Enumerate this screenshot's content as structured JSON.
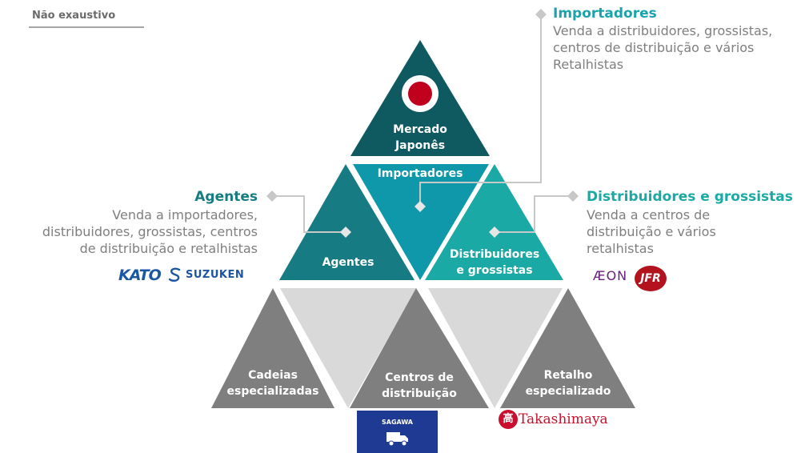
{
  "tag": "Não exaustivo",
  "pyramid": {
    "top": [
      "Mercado",
      "Japonês"
    ],
    "importers": "Importadores",
    "agents": "Agentes",
    "distributors": [
      "Distribuidores",
      "e grossistas"
    ],
    "chains": [
      "Cadeias",
      "especializadas"
    ],
    "centers": [
      "Centros de",
      "distribuição"
    ],
    "retail": [
      "Retalho",
      "especializado"
    ]
  },
  "callouts": {
    "importers": {
      "title": "Importadores",
      "lines": [
        "Venda a distribuidores, grossistas,",
        "centros de distribuição e vários",
        "Retalhistas"
      ]
    },
    "agents": {
      "title": "Agentes",
      "lines": [
        "Venda a importadores,",
        "distribuidores, grossistas, centros",
        "de distribuição e retalhistas"
      ]
    },
    "distributors": {
      "title": "Distribuidores e grossistas",
      "lines": [
        "Venda a centros de",
        "distribuição e vários",
        "retalhistas"
      ]
    }
  },
  "logos": {
    "kato": "KATO",
    "suzuken": "SUZUKEN",
    "aeon": "ÆON",
    "jfr": "JFR",
    "sagawa": "SAGAWA",
    "takashimaya": "Takashimaya"
  },
  "colors": {
    "dark_teal": "#0f5a60",
    "mid_teal": "#167b82",
    "blue_teal": "#0e98aa",
    "green_teal": "#1aa9a5",
    "grey": "#7f7f7f",
    "light_grey": "#d9d9d9",
    "connector": "#c8c8c8",
    "japan_red": "#c0001d",
    "kato_blue": "#1b56a4",
    "aeon_purple": "#6a2180",
    "jfr_red": "#b3121f",
    "sagawa_blue": "#1f3a93",
    "takashimaya_red": "#c8102e"
  }
}
